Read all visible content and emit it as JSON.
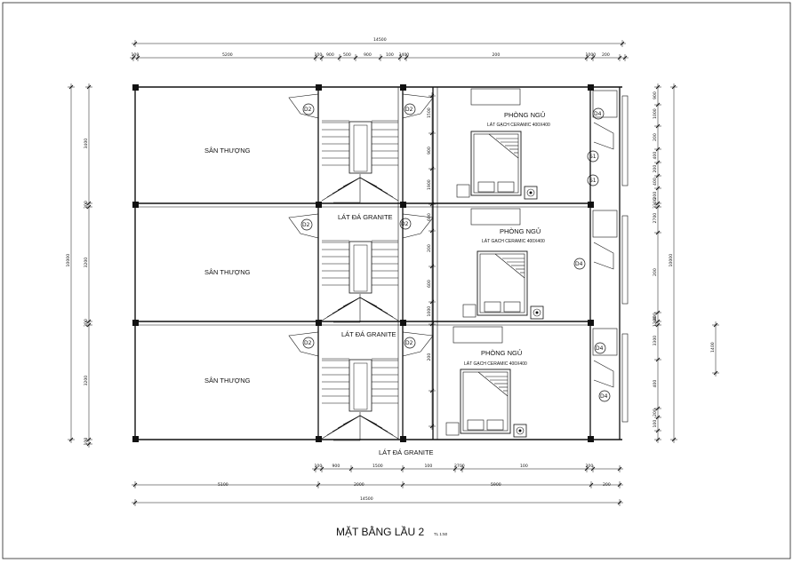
{
  "plan": {
    "title": "MẶT BẰNG LẦU 2",
    "scale": "TL 1:50",
    "floors": [
      {
        "terrace": "SÂN THƯỢNG",
        "bedroom": "PHÒNG NGỦ",
        "bedroom_floor": "LÁT GẠCH CERAMIC 400X400",
        "stair_floor": "LÁT ĐÁ GRANITE"
      },
      {
        "terrace": "SÂN THƯỢNG",
        "bedroom": "PHÒNG NGỦ",
        "bedroom_floor": "LÁT GẠCH CERAMIC 400X400",
        "stair_floor": "LÁT ĐÁ GRANITE"
      },
      {
        "terrace": "SÂN THƯỢNG",
        "bedroom": "PHÒNG NGỦ",
        "bedroom_floor": "LÁT GẠCH CERAMIC 400X400",
        "stair_floor": "LÁT ĐÁ GRANITE"
      }
    ],
    "door_tags": [
      "D2",
      "D2",
      "D2",
      "D2",
      "D2",
      "D2",
      "D4",
      "D4",
      "D4",
      "D4",
      "S1",
      "S1"
    ],
    "dims_top_overall": "14500",
    "dims_top": [
      "100",
      "5200",
      "100",
      "900",
      "500",
      "900",
      "100",
      "3400",
      "200",
      "1000",
      "200"
    ],
    "dims_bottom": [
      "100",
      "900",
      "1500",
      "100",
      "2700",
      "100",
      "200"
    ],
    "dims_bottom_totals": [
      "5100",
      "2000",
      "5900",
      "200"
    ],
    "dims_bottom_overall": "14500",
    "dims_left": [
      "3400",
      "200",
      "3200",
      "200",
      "3200",
      "100"
    ],
    "dims_left_total": "10000",
    "dims_right": [
      "900",
      "1000",
      "200",
      "400",
      "200",
      "400",
      "200",
      "3300",
      "2700",
      "200",
      "400",
      "1200",
      "3300",
      "400",
      "200",
      "100"
    ],
    "dims_right_totals": [
      "10000",
      "1400"
    ],
    "dims_inner": [
      "1500",
      "900",
      "1900",
      "600",
      "200",
      "600",
      "1000",
      "200"
    ]
  }
}
